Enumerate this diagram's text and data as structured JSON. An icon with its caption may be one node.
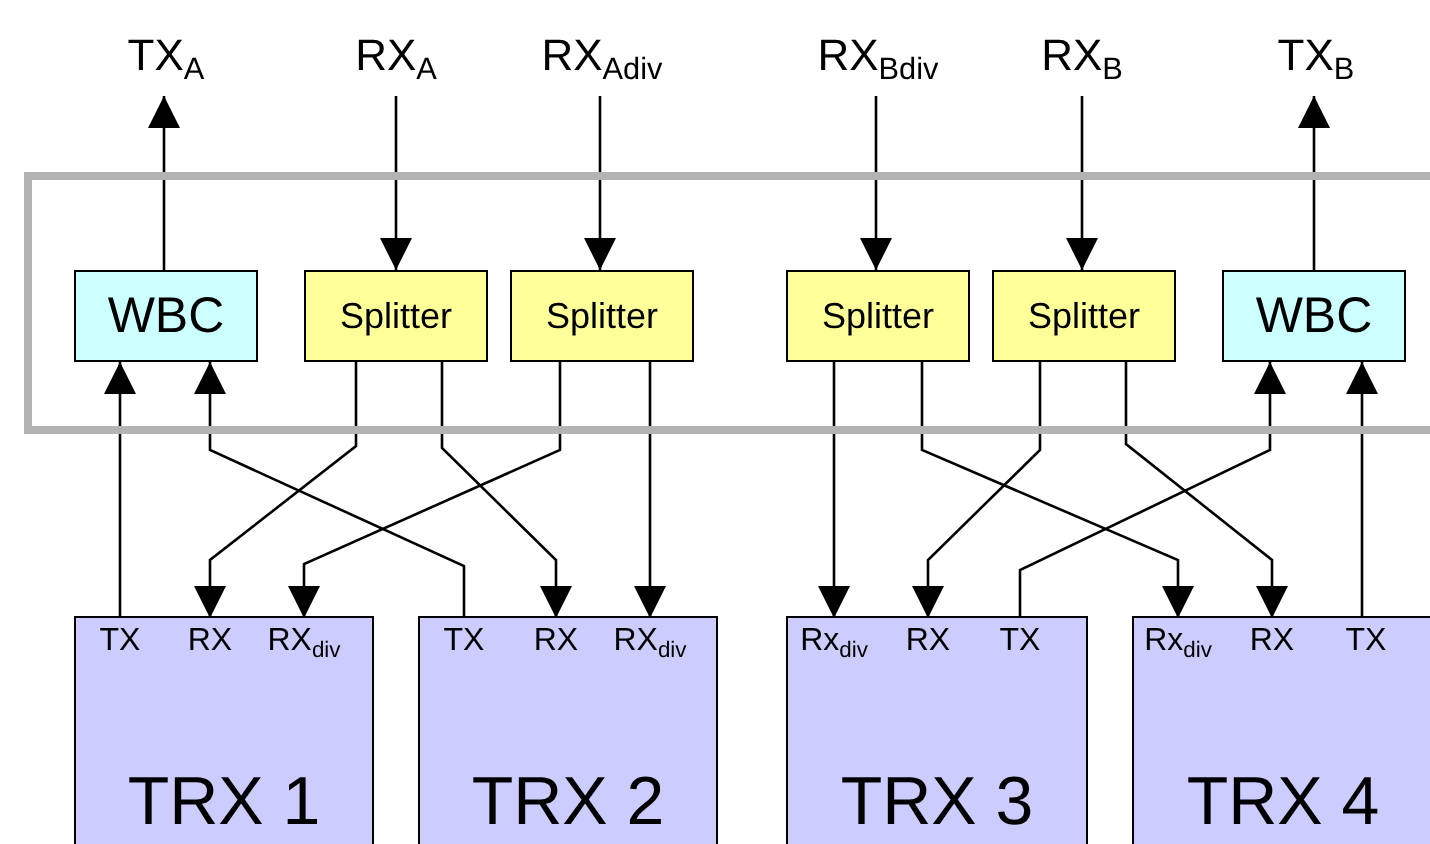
{
  "diagram": {
    "nodes": [
      {
        "text": [
          "TX$_{A}$"
        ]
      },
      {
        "text": [
          "RX$_{A}$"
        ]
      },
      {
        "text": [
          "RX$_{Adiv}$"
        ]
      },
      {
        "text": [
          "RX$_{Bdiv}$"
        ]
      },
      {
        "text": [
          "RX$_{B}$"
        ]
      },
      {
        "text": [
          "TX$_{B}$"
        ]
      },
      {
        "text": [],
        "shape": "box"
      },
      {
        "text": [
          "WBC"
        ],
        "in": 6
      },
      {
        "text": [
          "Splitter"
        ],
        "in": 6
      },
      {
        "text": [
          "Splitter"
        ],
        "in": 6
      },
      {
        "text": [
          "Splitter"
        ],
        "in": 6
      },
      {
        "text": [
          "Splitter"
        ],
        "in": 6
      },
      {
        "text": [
          "WBC"
        ],
        "in": 6
      },
      {
        "text": [
          "TRX 1"
        ]
      },
      {
        "text": [
          "TX"
        ],
        "in": 13
      },
      {
        "text": [
          "RX"
        ],
        "in": 13
      },
      {
        "text": [
          "RX$_{div}$"
        ],
        "in": 13
      },
      {
        "text": [
          "TRX 2"
        ]
      },
      {
        "text": [
          "TX"
        ],
        "in": 17
      },
      {
        "text": [
          "RX"
        ],
        "in": 17
      },
      {
        "text": [
          "RX$_{div}$"
        ],
        "in": 17
      },
      {
        "text": [
          "TRX 3"
        ]
      },
      {
        "text": [
          "Rx$_{div}$"
        ],
        "in": 21
      },
      {
        "text": [
          "RX"
        ],
        "in": 21
      },
      {
        "text": [
          "TX"
        ],
        "in": 21
      },
      {
        "text": [
          "TRX 4"
        ]
      },
      {
        "text": [
          "Rx$_{div}$"
        ],
        "in": 25
      },
      {
        "text": [
          "RX"
        ],
        "in": 25
      },
      {
        "text": [
          "TX"
        ],
        "in": 25
      }
    ],
    "edges": [
      {
        "from": 7,
        "to": 0,
        "arrow": "to"
      },
      {
        "from": 1,
        "to": 8,
        "arrow": "to"
      },
      {
        "from": 2,
        "to": 9,
        "arrow": "to"
      },
      {
        "from": 3,
        "to": 10,
        "arrow": "to"
      },
      {
        "from": 4,
        "to": 11,
        "arrow": "to"
      },
      {
        "from": 12,
        "to": 5,
        "arrow": "to"
      },
      {
        "from": 14,
        "to": 7,
        "arrow": "to"
      },
      {
        "from": 18,
        "to": 7,
        "arrow": "to"
      },
      {
        "from": 8,
        "to": 15,
        "arrow": "to"
      },
      {
        "from": 8,
        "to": 19,
        "arrow": "to"
      },
      {
        "from": 9,
        "to": 16,
        "arrow": "to"
      },
      {
        "from": 9,
        "to": 20,
        "arrow": "to"
      },
      {
        "from": 10,
        "to": 22,
        "arrow": "to"
      },
      {
        "from": 10,
        "to": 26,
        "arrow": "to"
      },
      {
        "from": 11,
        "to": 23,
        "arrow": "to"
      },
      {
        "from": 11,
        "to": 27,
        "arrow": "to"
      },
      {
        "from": 24,
        "to": 12,
        "arrow": "to"
      },
      {
        "from": 28,
        "to": 12,
        "arrow": "to"
      }
    ]
  }
}
